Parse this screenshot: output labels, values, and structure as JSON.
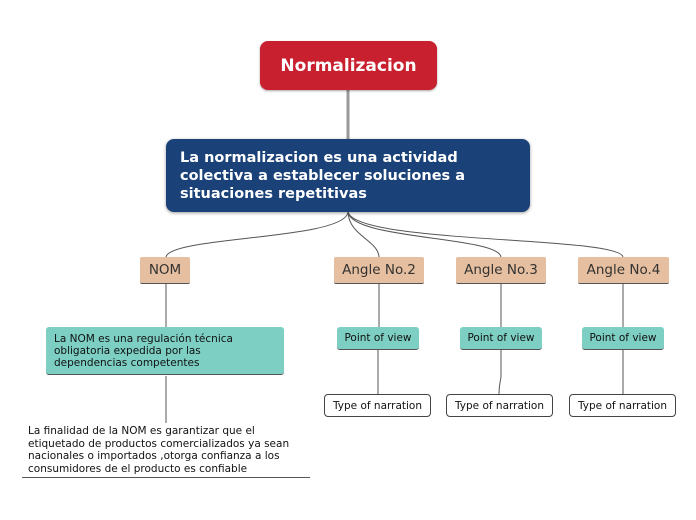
{
  "root": {
    "label": "Normalizacion",
    "color": "#c8202f"
  },
  "main": {
    "text": "La normalizacion es una actividad colectiva a establecer soluciones a situaciones repetitivas",
    "color": "#1a4178"
  },
  "topics": [
    {
      "label": "NOM",
      "child": "La NOM es una regulación técnica obligatoria expedida por las dependencias competentes",
      "grandchild": "La finalidad de la NOM es garantizar que el etiquetado de productos comercializados ya sean nacionales o importados ,otorga confianza a los consumidores de el producto es confiable"
    },
    {
      "label": "Angle No.2",
      "child": "Point of view",
      "grandchild": "Type of narration"
    },
    {
      "label": "Angle No.3",
      "child": "Point of view",
      "grandchild": "Type of narration"
    },
    {
      "label": "Angle No.4",
      "child": "Point of view",
      "grandchild": "Type of narration"
    }
  ],
  "colors": {
    "topic": "#e5bf9f",
    "subtopic": "#7dcfc3",
    "connector": "#555555"
  }
}
